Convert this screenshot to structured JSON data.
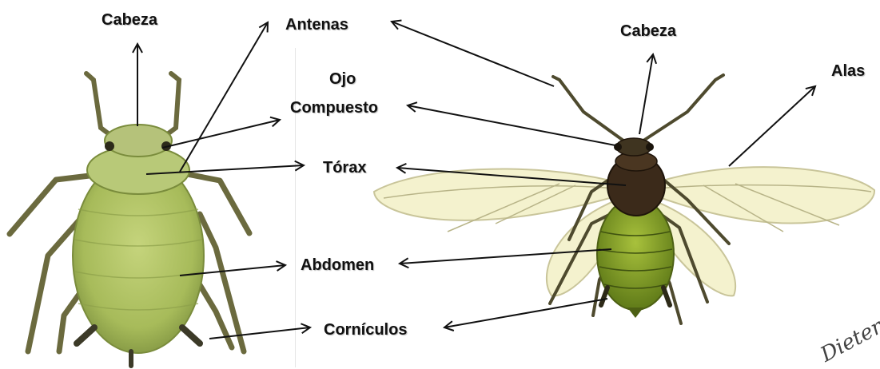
{
  "labels": {
    "cabeza_left": "Cabeza",
    "antenas": "Antenas",
    "cabeza_right": "Cabeza",
    "alas": "Alas",
    "ojo_line1": "Ojo",
    "ojo_line2": "Compuesto",
    "torax": "Tórax",
    "abdomen": "Abdomen",
    "corniculos": "Cornículos"
  },
  "signature": "Dieter",
  "colors": {
    "wingless_body": "#b9c96a",
    "wingless_body_dark": "#8fa347",
    "winged_abdomen": "#8aa32a",
    "winged_thorax": "#3b2a1a",
    "wing_fill": "#f2f0c6",
    "wing_vein": "#b8b488",
    "leg": "#4e4a2e",
    "arrow": "#111111"
  }
}
